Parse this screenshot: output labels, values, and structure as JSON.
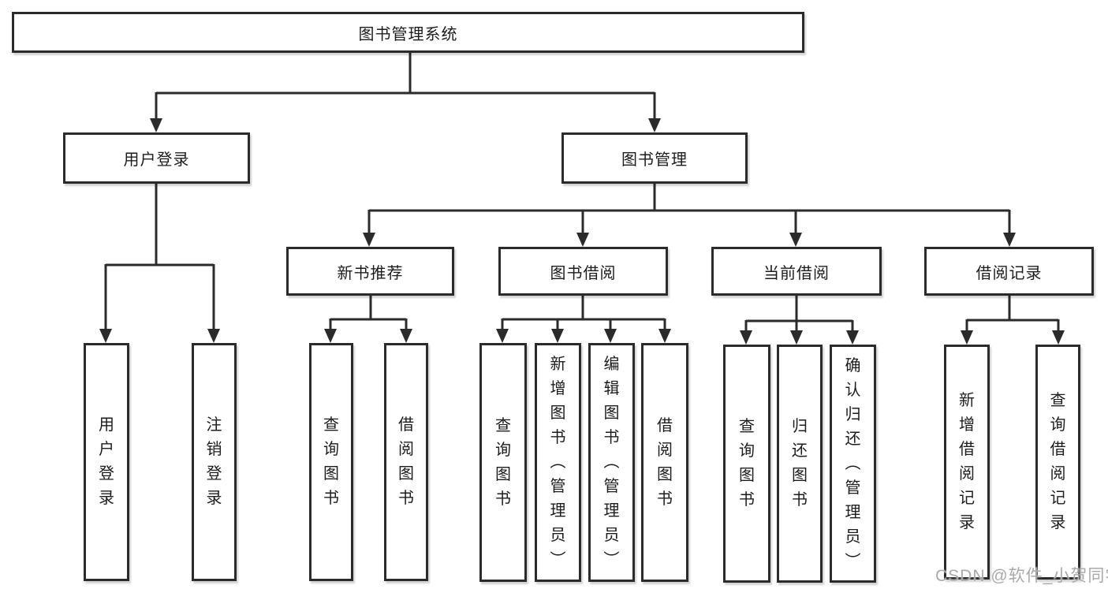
{
  "diagram": {
    "root": {
      "label": "图书管理系统"
    },
    "branches": [
      {
        "label": "用户登录",
        "leaves": [
          {
            "label": "用户登录"
          },
          {
            "label": "注销登录"
          }
        ]
      },
      {
        "label": "图书管理",
        "sections": [
          {
            "label": "新书推荐",
            "leaves": [
              {
                "label": "查询图书"
              },
              {
                "label": "借阅图书"
              }
            ]
          },
          {
            "label": "图书借阅",
            "leaves": [
              {
                "label": "查询图书"
              },
              {
                "label": "新增图书（管理员）"
              },
              {
                "label": "编辑图书（管理员）"
              },
              {
                "label": "借阅图书"
              }
            ]
          },
          {
            "label": "当前借阅",
            "leaves": [
              {
                "label": "查询图书"
              },
              {
                "label": "归还图书"
              },
              {
                "label": "确认归还（管理员）"
              }
            ]
          },
          {
            "label": "借阅记录",
            "leaves": [
              {
                "label": "新增借阅记录"
              },
              {
                "label": "查询借阅记录"
              }
            ]
          }
        ]
      }
    ]
  },
  "watermark": {
    "text": "CSDN @软件_小贺同学"
  },
  "colors": {
    "line": "#2b2b2b",
    "box_border": "#2b2b2b",
    "box_bg": "#ffffff",
    "text": "#1c1c1c",
    "watermark": "#a9a9a9"
  }
}
